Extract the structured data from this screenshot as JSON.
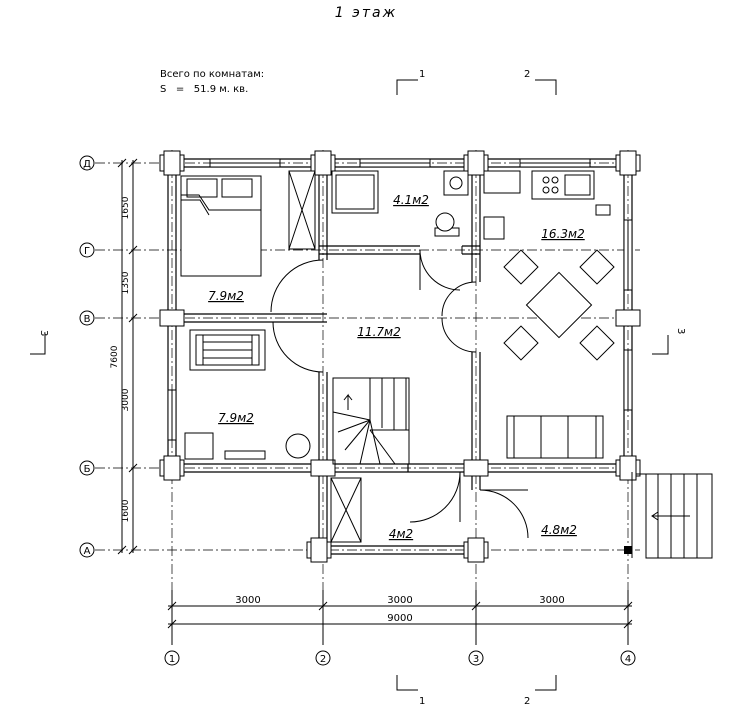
{
  "title": "1 этаж",
  "summary": {
    "line1": "Всего по комнатам:",
    "line2": "S   =   51.9 м. кв."
  },
  "rooms": [
    {
      "id": "bedroom-top",
      "area": "7.9м2"
    },
    {
      "id": "bedroom-bottom",
      "area": "7.9м2"
    },
    {
      "id": "bathroom",
      "area": "4.1м2"
    },
    {
      "id": "hall",
      "area": "11.7м2"
    },
    {
      "id": "kitchen",
      "area": "16.3м2"
    },
    {
      "id": "vestibule",
      "area": "4м2"
    },
    {
      "id": "terrace",
      "area": "4.8м2"
    }
  ],
  "axes_horizontal": [
    "Д",
    "Г",
    "В",
    "Б",
    "А"
  ],
  "axes_vertical": [
    "1",
    "2",
    "3",
    "4"
  ],
  "dims_vertical": [
    "1650",
    "1350",
    "3000",
    "1600",
    "7600"
  ],
  "dims_horizontal": [
    "3000",
    "3000",
    "3000",
    "9000"
  ],
  "section_marks": {
    "s1": "1",
    "s2": "2",
    "s3": "3"
  }
}
